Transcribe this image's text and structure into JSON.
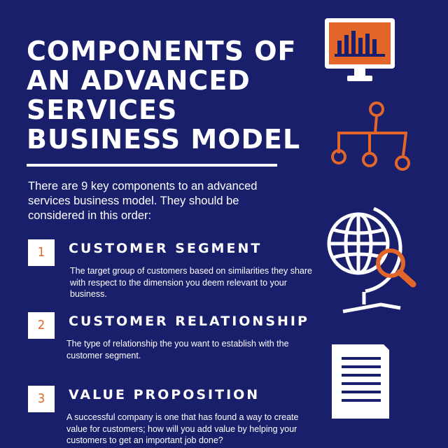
{
  "title_lines": [
    "COMPONENTS OF",
    "AN ADVANCED",
    "SERVICES",
    "BUSINESS MODEL"
  ],
  "intro": "There are 9 key components to an advanced services business model. They should be considered in this order:",
  "items": [
    {
      "number": "1",
      "title": "CUSTOMER SEGMENT",
      "description": "The target group of customers based on similarities they share with respect to the dimension you deem relevant to your business."
    },
    {
      "number": "2",
      "title": "CUSTOMER RELATIONSHIP",
      "description": "The type of relationship the you want to establish with the customer segment."
    },
    {
      "number": "3",
      "title": "VALUE PROPOSITION",
      "description": "A successful company is one that has found a way to create value for customers; how will you add value by helping your customers to get an important job done?"
    }
  ],
  "colors": {
    "background": "#1a1f6b",
    "accent": "#e2662a",
    "text": "#ffffff"
  },
  "icons": [
    "monitor-chart-icon",
    "org-chart-icon",
    "globe-magnifier-icon",
    "document-icon"
  ]
}
